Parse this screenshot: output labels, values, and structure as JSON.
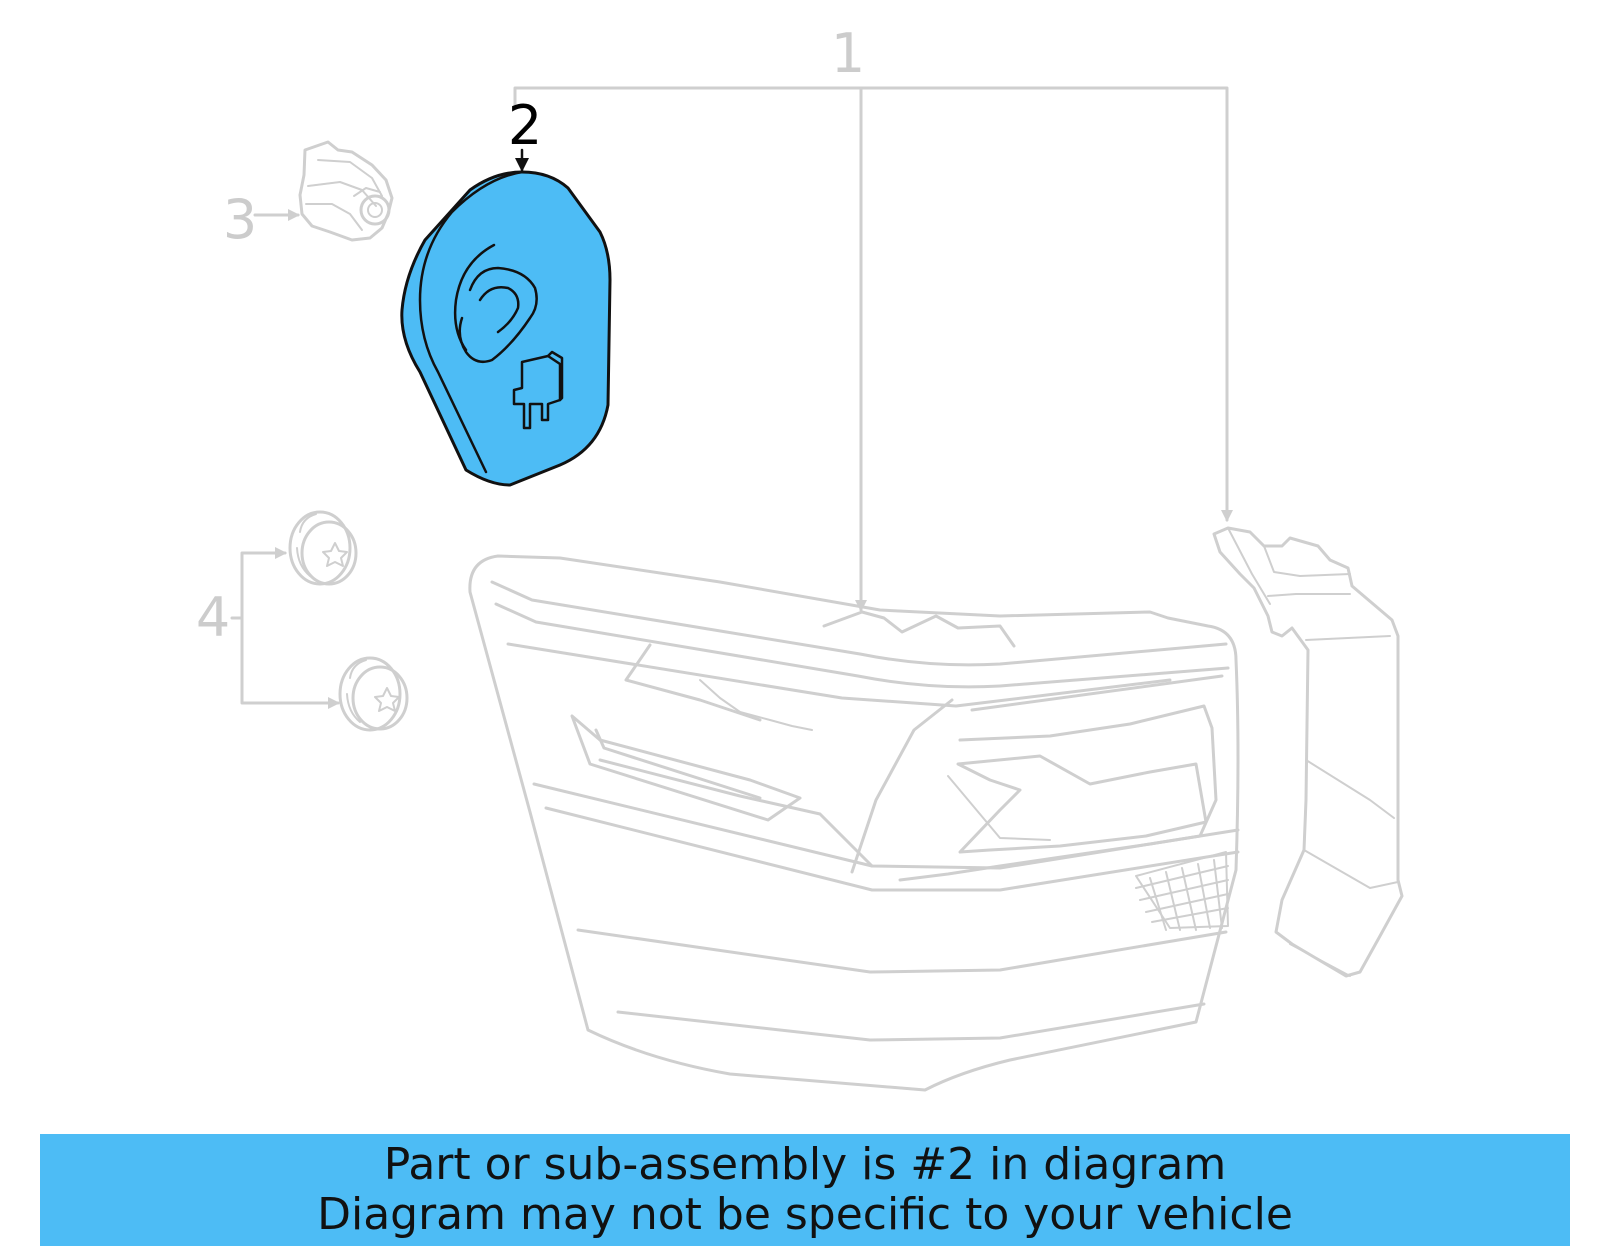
{
  "diagram": {
    "callouts": {
      "part1": "1",
      "part2": "2",
      "part3": "3",
      "part4": "4"
    },
    "highlighted_part": "2",
    "colors": {
      "highlight": "#4dbcf5",
      "outline_dim": "#cfcfcf",
      "outline_active": "#111111"
    }
  },
  "banner": {
    "line1": "Part or sub-assembly is #2 in diagram",
    "line2": "Diagram may not be specific to your vehicle",
    "background": "#4dbcf5"
  }
}
